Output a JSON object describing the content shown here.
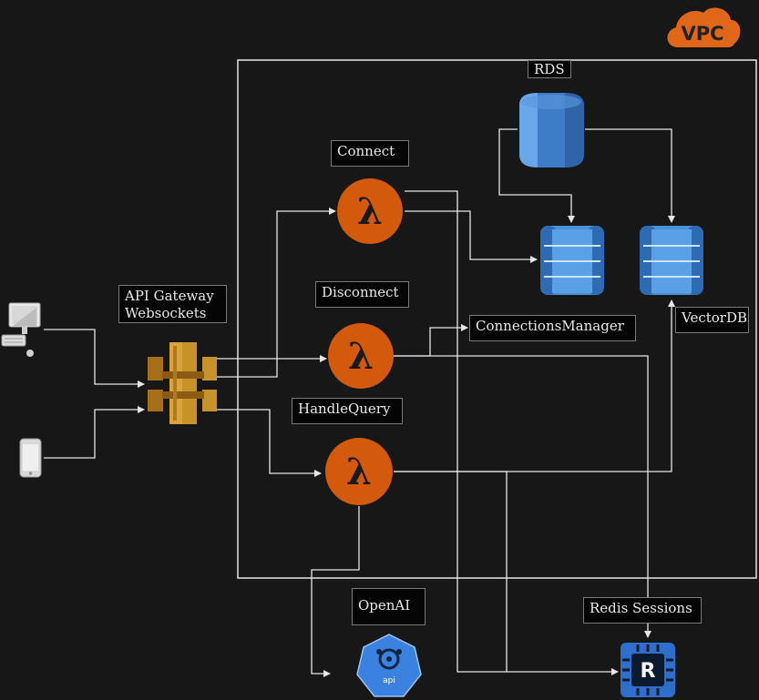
{
  "vpc": {
    "label": "VPC"
  },
  "labels": {
    "rds": "RDS",
    "connect": "Connect",
    "disconnect": "Disconnect",
    "handle_query": "HandleQuery",
    "api_gateway_line1": "API Gateway",
    "api_gateway_line2": "Websockets",
    "connections_manager": "ConnectionsManager",
    "vector_db": "VectorDB",
    "openai": "OpenAI",
    "redis_sessions": "Redis Sessions"
  },
  "icons": {
    "lambda_glyph": "λ",
    "openai_badge": "api",
    "redis_glyph": "R"
  },
  "colors": {
    "background": "#171717",
    "lambda": "#d35a0c",
    "api_gateway": "#c8922a",
    "dynamodb": "#4a90d9",
    "rds": "#3f7cc7",
    "redis": "#2f6fcc",
    "openai": "#3b82e0",
    "lines": "#e6e6e6",
    "vpc_badge": "#e0661a"
  }
}
